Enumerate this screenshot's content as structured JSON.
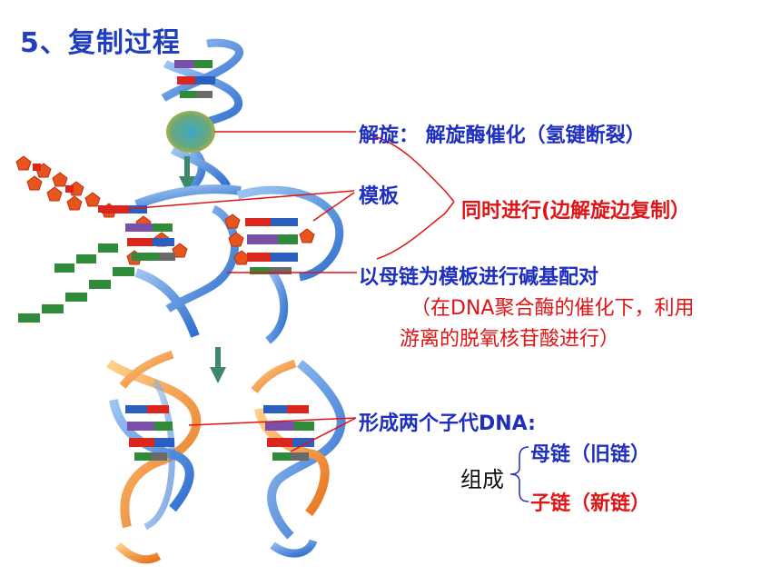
{
  "title": "5、复制过程",
  "labels": {
    "unwind": "解旋：  解旋酶催化（氢键断裂）",
    "template": "模板",
    "simultaneous": "同时进行(边解旋边复制）",
    "pairing": "以母链为模板进行碱基配对",
    "note_line1": "（在DNA聚合酶的催化下，利用",
    "note_line2": "游离的脱氧核苷酸进行）",
    "form": "形成两个子代DNA:",
    "composition": "组成",
    "mother_strand": "母链（旧链）",
    "daughter_strand": "子链（新链）"
  },
  "colors": {
    "title": "#1f3fbf",
    "label_blue": "#1f2fbf",
    "label_red": "#e01414",
    "backbone_blue": "#3a7fd8",
    "backbone_orange": "#f08a2a",
    "enzyme": "#5aa38a",
    "arrow": "#3d8a6a"
  }
}
